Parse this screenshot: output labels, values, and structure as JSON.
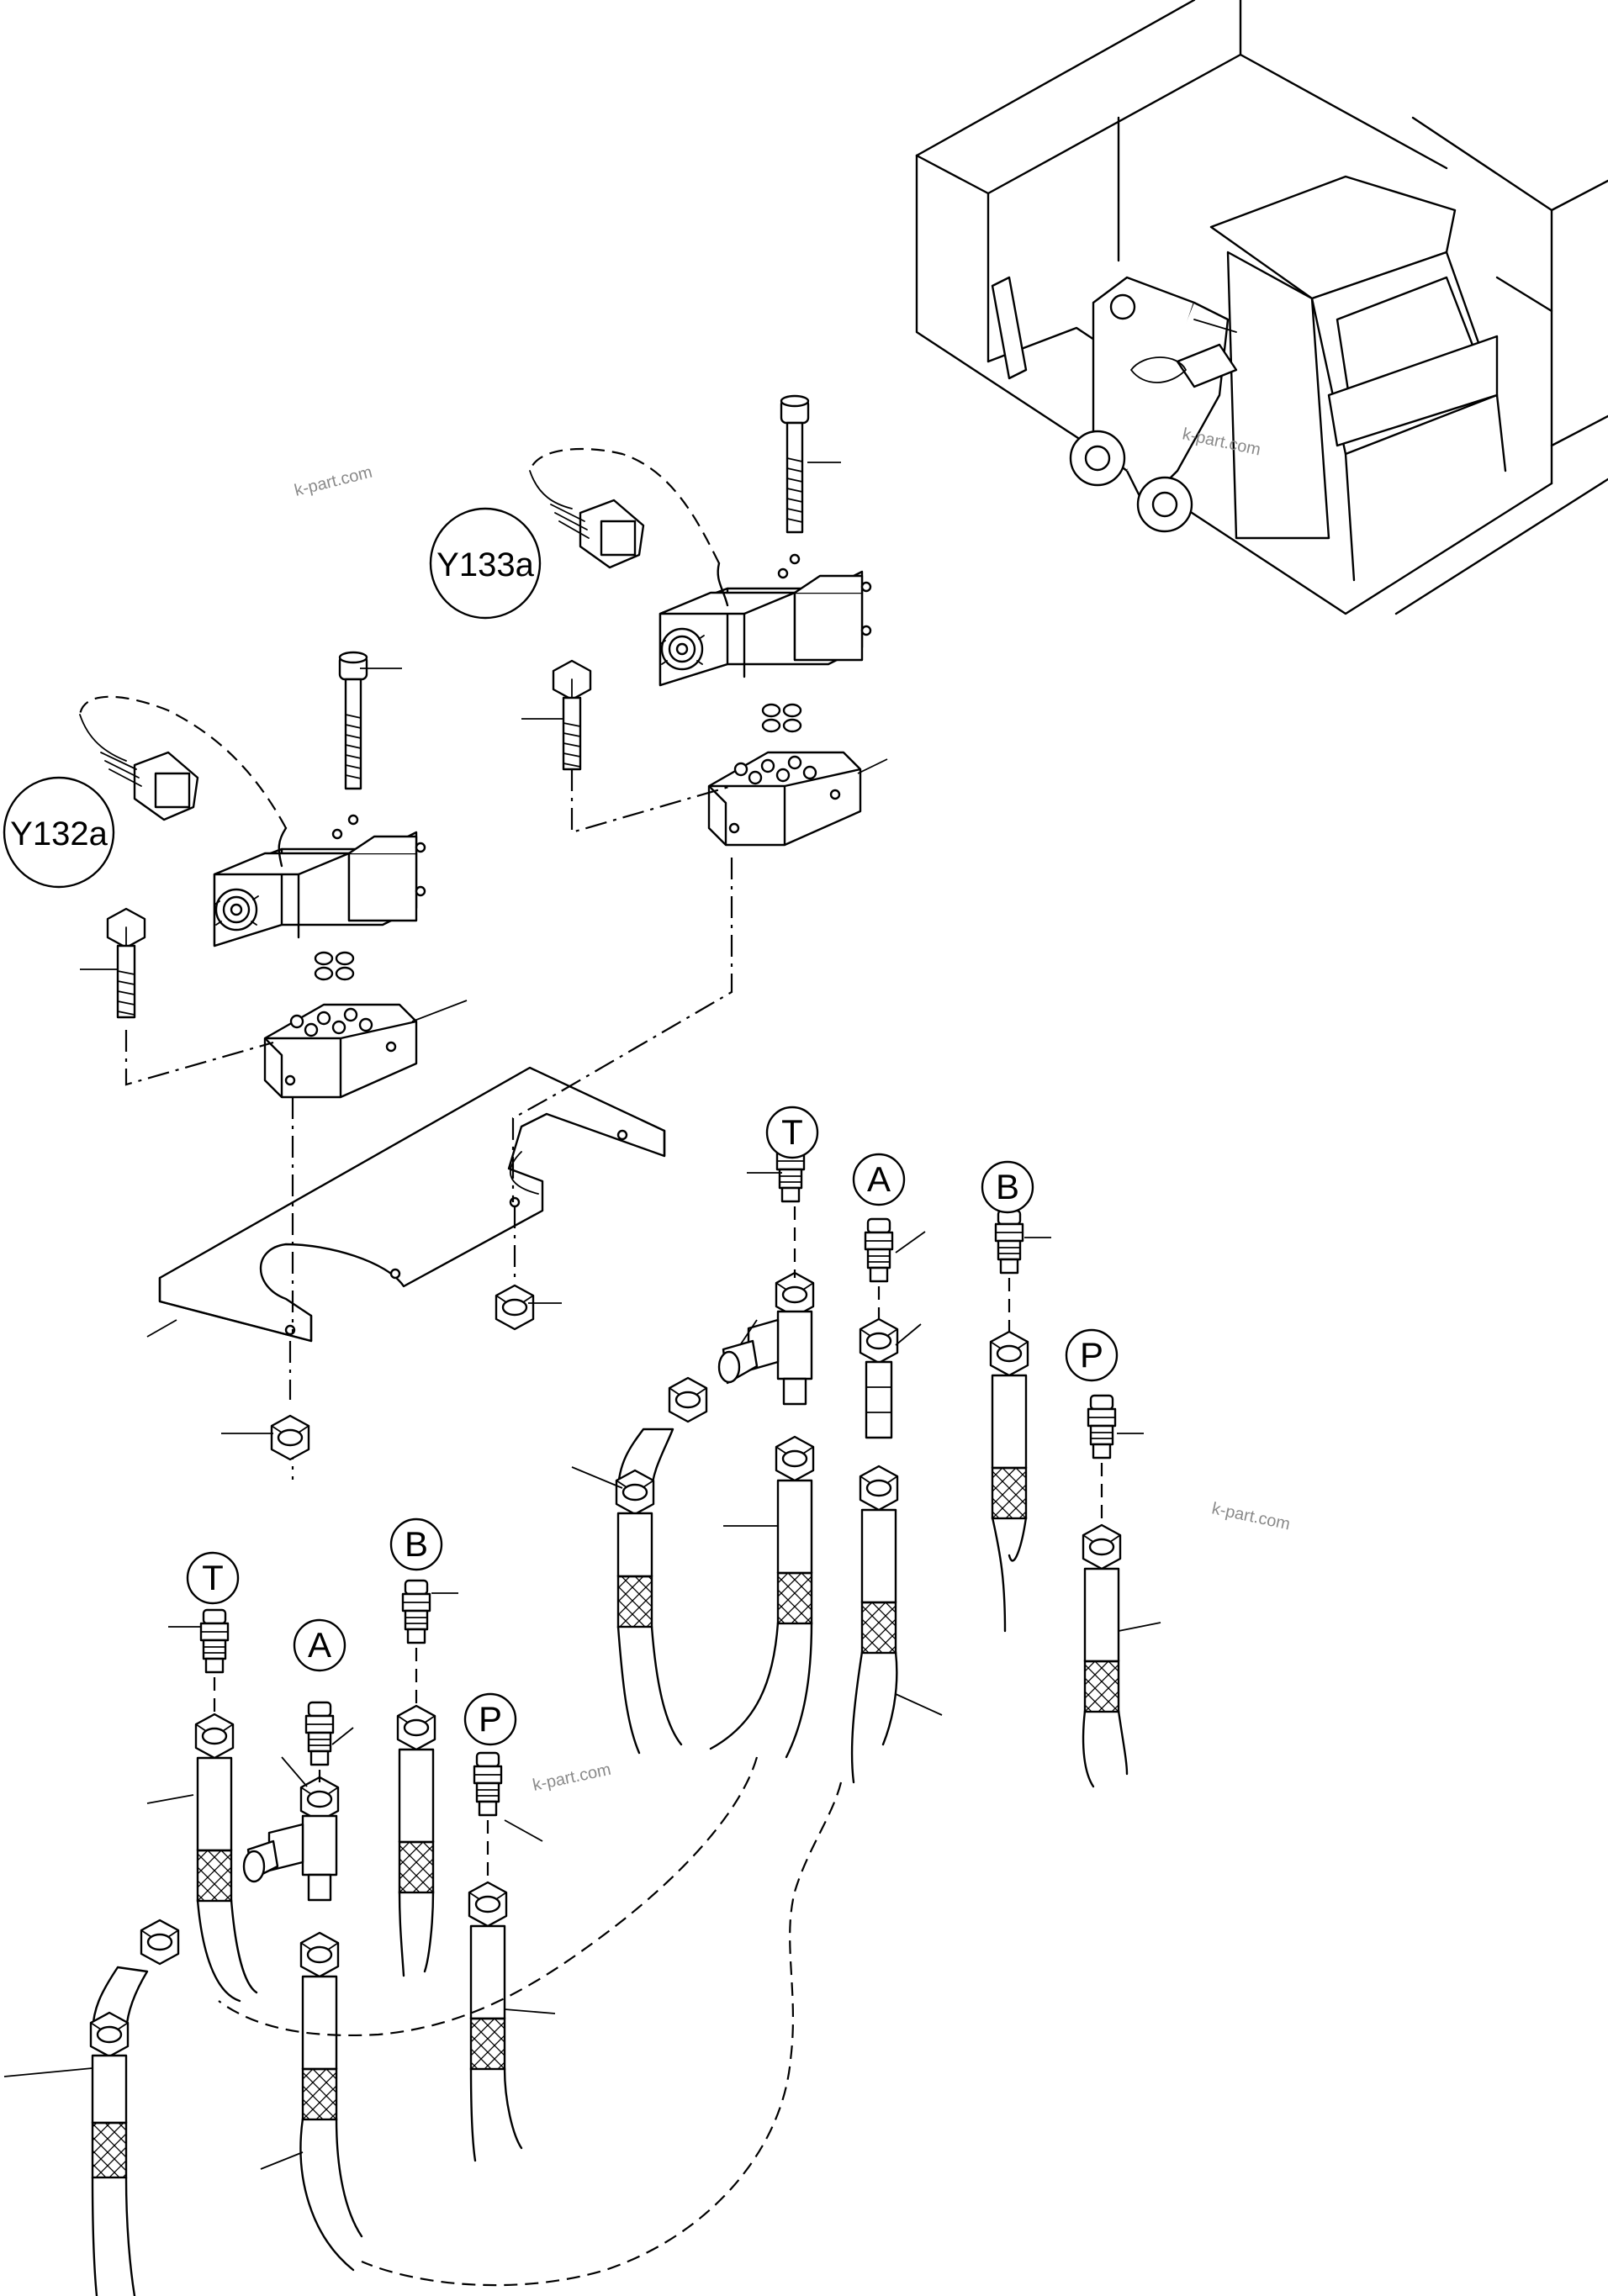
{
  "diagram": {
    "solenoid_labels": [
      "Y133a",
      "Y132a"
    ],
    "upper_port_labels": {
      "t": "T",
      "a": "A",
      "b": "B",
      "p": "P"
    },
    "lower_port_labels": {
      "t": "T",
      "a": "A",
      "b": "B",
      "p": "P"
    },
    "watermarks": [
      "k-part.com",
      "k-part.com",
      "k-part.com",
      "k-part.com"
    ]
  }
}
